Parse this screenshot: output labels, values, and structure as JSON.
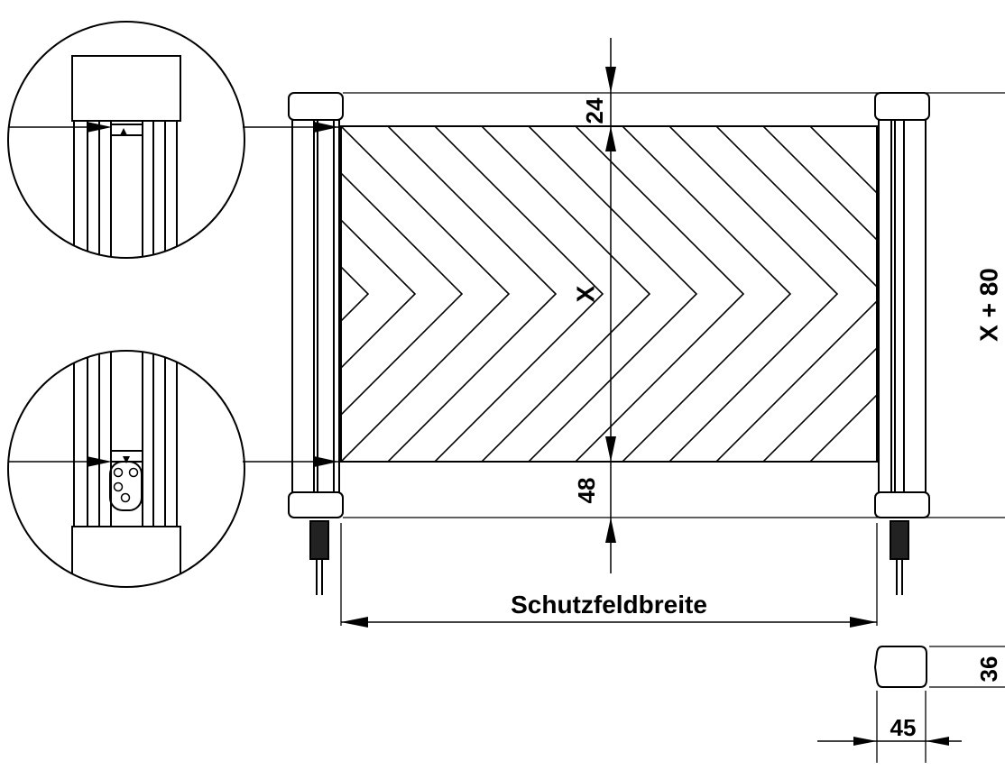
{
  "labels": {
    "top_dim": "24",
    "height_dim": "X",
    "bottom_dim": "48",
    "total_height_dim": "X + 80",
    "width_label": "Schutzfeldbreite",
    "profile_height": "36",
    "profile_width": "45"
  },
  "colors": {
    "line": "#000000",
    "background": "#ffffff"
  }
}
